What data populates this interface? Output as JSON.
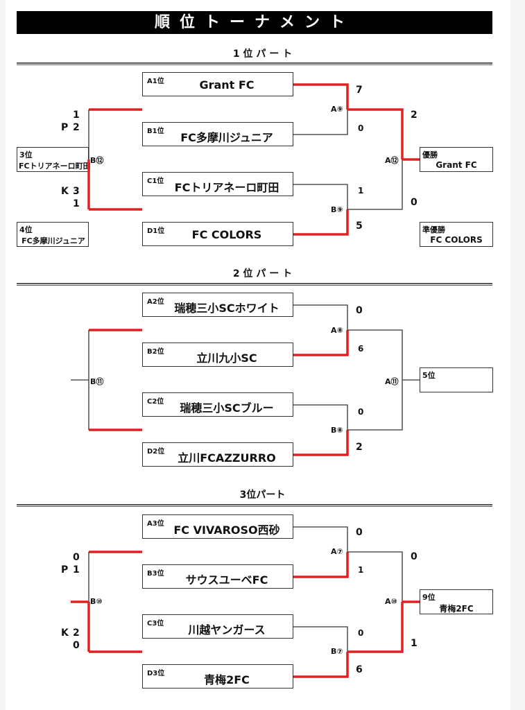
{
  "title": "順位トーナメント",
  "colors": {
    "winner_line": "#e02020",
    "line": "#333333",
    "banner_bg": "#000000"
  },
  "parts": [
    {
      "title": "1 位 パ ー ト",
      "teams": [
        {
          "seed": "A1位",
          "name": "Grant FC"
        },
        {
          "seed": "B1位",
          "name": "FC多摩川ジュニア"
        },
        {
          "seed": "C1位",
          "name": "FCトリアネーロ町田"
        },
        {
          "seed": "D1位",
          "name": "FC COLORS"
        }
      ],
      "semis": [
        {
          "label": "A⑨",
          "score_top": "7",
          "score_bottom": "0",
          "winner": "top"
        },
        {
          "label": "B⑨",
          "score_top": "1",
          "score_bottom": "5",
          "winner": "bottom"
        }
      ],
      "final": {
        "label": "A⑫",
        "score_top": "2",
        "score_bottom": "0",
        "winner": "top"
      },
      "results": [
        {
          "label": "優勝",
          "name": "Grant FC"
        },
        {
          "label": "準優勝",
          "name": "FC COLORS"
        }
      ],
      "playoff": {
        "label": "B⑫",
        "top_score": "1",
        "top_pk": "2",
        "bottom_score": "1",
        "bottom_pk": "3",
        "pk_mark_top": "P",
        "pk_mark_bottom": "K",
        "winner": "bottom",
        "results": [
          {
            "label": "3位",
            "name": "FCトリアネーロ町田"
          },
          {
            "label": "4位",
            "name": "FC多摩川ジュニア"
          }
        ]
      }
    },
    {
      "title": "2 位 パ ー ト",
      "teams": [
        {
          "seed": "A2位",
          "name": "瑞穂三小SCホワイト"
        },
        {
          "seed": "B2位",
          "name": "立川九小SC"
        },
        {
          "seed": "C2位",
          "name": "瑞穂三小SCブルー"
        },
        {
          "seed": "D2位",
          "name": "立川FCAZZURRO"
        }
      ],
      "semis": [
        {
          "label": "A⑧",
          "score_top": "0",
          "score_bottom": "6",
          "winner": "bottom"
        },
        {
          "label": "B⑧",
          "score_top": "0",
          "score_bottom": "2",
          "winner": "bottom"
        }
      ],
      "final": {
        "label": "A⑪",
        "score_top": "",
        "score_bottom": "",
        "winner": "none"
      },
      "results": [
        {
          "label": "5位",
          "name": ""
        }
      ],
      "playoff": {
        "label": "B⑪",
        "winner": "none"
      }
    },
    {
      "title": "3位パート",
      "teams": [
        {
          "seed": "A3位",
          "name": "FC VIVAROSO西砂"
        },
        {
          "seed": "B3位",
          "name": "サウスユーベFC"
        },
        {
          "seed": "C3位",
          "name": "川越ヤンガース"
        },
        {
          "seed": "D3位",
          "name": "青梅2FC"
        }
      ],
      "semis": [
        {
          "label": "A⑦",
          "score_top": "0",
          "score_bottom": "1",
          "winner": "bottom"
        },
        {
          "label": "B⑦",
          "score_top": "0",
          "score_bottom": "6",
          "winner": "bottom"
        }
      ],
      "final": {
        "label": "A⑩",
        "score_top": "0",
        "score_bottom": "1",
        "winner": "bottom"
      },
      "results": [
        {
          "label": "9位",
          "name": "青梅2FC"
        }
      ],
      "playoff": {
        "label": "B⑩",
        "top_score": "0",
        "top_pk": "1",
        "bottom_score": "0",
        "bottom_pk": "2",
        "pk_mark_top": "P",
        "pk_mark_bottom": "K",
        "winner": "bottom"
      }
    }
  ]
}
